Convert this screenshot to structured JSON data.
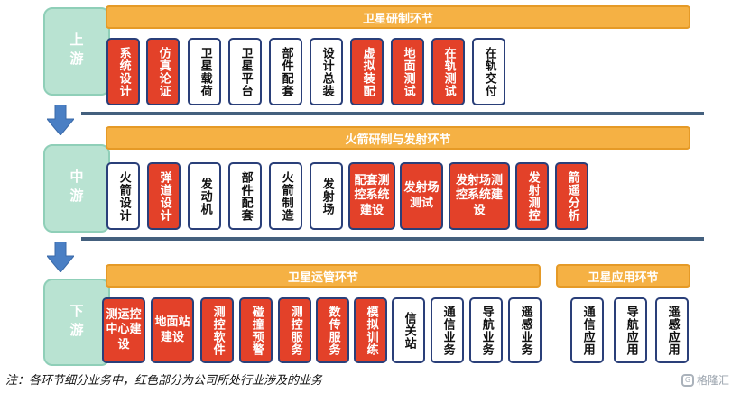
{
  "stages": {
    "upstream": "上游",
    "midstream": "中游",
    "downstream": "下游"
  },
  "banners": {
    "satellite_rd": "卫星研制环节",
    "rocket_rd": "火箭研制与发射环节",
    "satellite_ops": "卫星运管环节",
    "satellite_app": "卫星应用环节"
  },
  "satellite_rd_items": [
    {
      "text": "系统设计",
      "highlight": true
    },
    {
      "text": "仿真论证",
      "highlight": true
    },
    {
      "text": "卫星载荷",
      "highlight": false
    },
    {
      "text": "卫星平台",
      "highlight": false
    },
    {
      "text": "部件配套",
      "highlight": false
    },
    {
      "text": "设计总装",
      "highlight": false
    },
    {
      "text": "虚拟装配",
      "highlight": true
    },
    {
      "text": "地面测试",
      "highlight": true
    },
    {
      "text": "在轨测试",
      "highlight": true
    },
    {
      "text": "在轨交付",
      "highlight": false
    }
  ],
  "rocket_items": [
    {
      "text": "火箭设计",
      "highlight": false
    },
    {
      "text": "弹道设计",
      "highlight": true
    },
    {
      "text": "发动机",
      "highlight": false
    },
    {
      "text": "部件配套",
      "highlight": false
    },
    {
      "text": "火箭制造",
      "highlight": false
    },
    {
      "text": "发射场",
      "highlight": false
    },
    {
      "text": "配套测控系统建设",
      "highlight": true
    },
    {
      "text": "发射场测试",
      "highlight": true
    },
    {
      "text": "发射场测控系统建设",
      "highlight": true
    },
    {
      "text": "发射测控",
      "highlight": true
    },
    {
      "text": "箭遥分析",
      "highlight": true
    }
  ],
  "ops_items": [
    {
      "text": "测运控中心建设",
      "highlight": true
    },
    {
      "text": "地面站建设",
      "highlight": true
    },
    {
      "text": "测控软件",
      "highlight": true
    },
    {
      "text": "碰撞预警",
      "highlight": true
    },
    {
      "text": "测控服务",
      "highlight": true
    },
    {
      "text": "数传服务",
      "highlight": true
    },
    {
      "text": "模拟训练",
      "highlight": true
    },
    {
      "text": "信关站",
      "highlight": false
    },
    {
      "text": "通信业务",
      "highlight": false
    },
    {
      "text": "导航业务",
      "highlight": false
    },
    {
      "text": "遥感业务",
      "highlight": false
    }
  ],
  "app_items": [
    {
      "text": "通信应用",
      "highlight": false
    },
    {
      "text": "导航应用",
      "highlight": false
    },
    {
      "text": "遥感应用",
      "highlight": false
    }
  ],
  "note": "注：各环节细分业务中，红色部分为公司所处行业涉及的业务",
  "watermark": "格隆汇",
  "colors": {
    "highlight_red": "#e34129",
    "banner_orange": "#f5b144",
    "stage_green": "#b9e3d2",
    "box_border": "#2a3f79",
    "arrow_blue": "#4a7fc4",
    "divider": "#44607e"
  },
  "icons": {
    "stage_arrow": "arrow-down-icon",
    "watermark_logo": "gelonghui-logo-icon"
  }
}
